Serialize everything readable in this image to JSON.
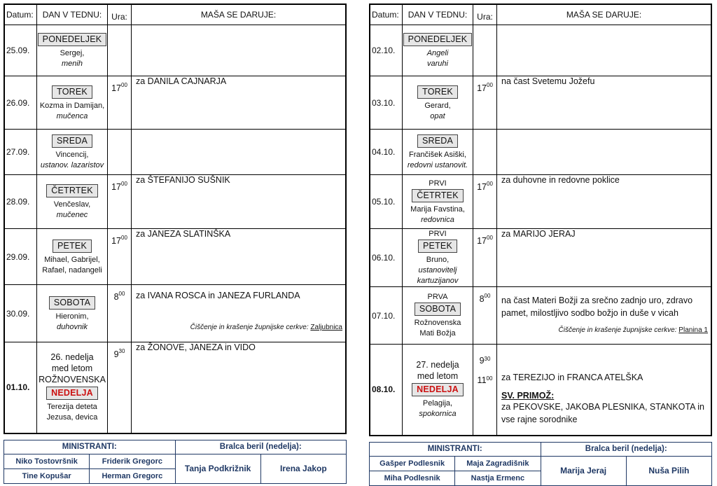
{
  "headers": {
    "datum": "Datum:",
    "dan": "DAN V TEDNU:",
    "ura": "Ura:",
    "masa": "MAŠA SE DARUJE:"
  },
  "left": {
    "rows": [
      {
        "date": "25.09.",
        "day": "PONEDELJEK",
        "saint": "Sergej,",
        "saint_i": "menih",
        "time": "",
        "sup": "",
        "intention": ""
      },
      {
        "date": "26.09.",
        "day": "TOREK",
        "saint": "Kozma in Damijan,",
        "saint_i": "mučenca",
        "time": "17",
        "sup": "00",
        "intention": "za DANILA CAJNARJA"
      },
      {
        "date": "27.09.",
        "day": "SREDA",
        "saint": "Vincencij,",
        "saint_i": "ustanov. lazaristov",
        "time": "",
        "sup": "",
        "intention": ""
      },
      {
        "date": "28.09.",
        "day": "ČETRTEK",
        "saint": "Venčeslav,",
        "saint_i": "mučenec",
        "time": "17",
        "sup": "00",
        "intention": "za ŠTEFANIJO SUŠNIK"
      },
      {
        "date": "29.09.",
        "day": "PETEK",
        "saint": "Mihael, Gabrijel,",
        "saint_i": "Rafael, nadangeli",
        "time": "17",
        "sup": "00",
        "intention": "za JANEZA SLATINŠKA"
      },
      {
        "date": "30.09.",
        "day": "SOBOTA",
        "saint": "Hieronim,",
        "saint_i": "duhovnik",
        "time": "8",
        "sup": "00",
        "intention": "za IVANA ROSCA in JANEZA FURLANDA",
        "ciscenje": "Čiščenje in krašenje župnijske cerkve:",
        "ciscenje_place": "Zaljubnica"
      },
      {
        "date": "01.10.",
        "day": "NEDELJA",
        "pre": [
          "26. nedelja",
          "med letom",
          "ROŽNOVENSKA"
        ],
        "saint": "Terezija deteta",
        "saint_i": "Jezusa, devica",
        "time": "9",
        "sup": "30",
        "intention": "za ŽONOVE, JANEZA in VIDO"
      }
    ],
    "footer": {
      "ministranti": "MINISTRANTI:",
      "bralca": "Bralca beril (nedelja):",
      "m1": "Niko Tostovršnik",
      "m2": "Friderik Gregorc",
      "m3": "Tine Kopušar",
      "m4": "Herman Gregorc",
      "b1": "Tanja Podkrižnik",
      "b2": "Irena Jakop"
    }
  },
  "right": {
    "rows": [
      {
        "date": "02.10.",
        "day": "PONEDELJEK",
        "saint_i": "Angeli",
        "saint_i2": "varuhi",
        "time": "",
        "sup": "",
        "intention": ""
      },
      {
        "date": "03.10.",
        "day": "TOREK",
        "saint": "Gerard,",
        "saint_i": "opat",
        "time": "17",
        "sup": "00",
        "intention": "na čast Svetemu Jožefu"
      },
      {
        "date": "04.10.",
        "day": "SREDA",
        "saint": "Frančišek Asiški,",
        "saint_i": "redovni ustanovit.",
        "time": "",
        "sup": "",
        "intention": ""
      },
      {
        "date": "05.10.",
        "pre_top": "PRVI",
        "day": "ČETRTEK",
        "saint": "Marija Favstina,",
        "saint_i": "redovnica",
        "time": "17",
        "sup": "00",
        "intention": "za duhovne in redovne poklice"
      },
      {
        "date": "06.10.",
        "pre_top": "PRVI",
        "day": "PETEK",
        "saint": "Bruno,",
        "saint_i": "ustanovitelj",
        "saint_i2": "kartuzijanov",
        "time": "17",
        "sup": "00",
        "intention": "za MARIJO JERAJ"
      },
      {
        "date": "07.10.",
        "pre_top": "PRVA",
        "day": "SOBOTA",
        "saint": "Rožnovenska",
        "saint2": "Mati Božja",
        "time": "8",
        "sup": "00",
        "intention": "na čast Materi Božji za srečno zadnjo uro, zdravo pamet, milostljivo sodbo božjo in duše v vicah",
        "ciscenje": "Čiščenje in krašenje župnijske cerkve:",
        "ciscenje_place": "Planina 1"
      },
      {
        "date": "08.10.",
        "day": "NEDELJA",
        "pre": [
          "27. nedelja",
          "med letom"
        ],
        "saint": "Pelagija,",
        "saint_i": "spokornica",
        "time": "9",
        "sup": "30",
        "time2": "11",
        "sup2": "00",
        "intention": "za TEREZIJO in FRANCA ATELŠKA",
        "primoz": "SV. PRIMOŽ:",
        "intention2": "za PEKOVSKE, JAKOBA PLESNIKA, STANKOTA in vse rajne sorodnike"
      }
    ],
    "footer": {
      "ministranti": "MINISTRANTI:",
      "bralca": "Bralca beril (nedelja):",
      "m1": "Gašper Podlesnik",
      "m2": "Maja Zagradišnik",
      "m3": "Miha Podlesnik",
      "m4": "Nastja Ermenc",
      "b1": "Marija Jeraj",
      "b2": "Nuša Pilih"
    }
  }
}
